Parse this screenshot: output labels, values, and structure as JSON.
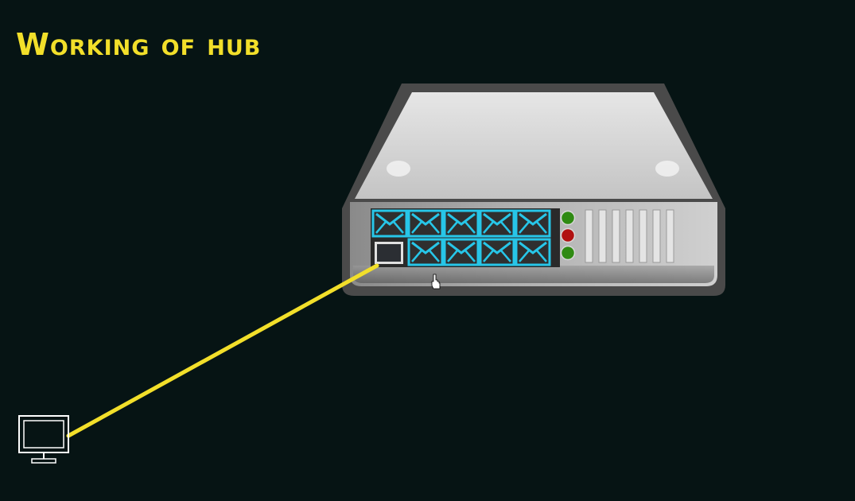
{
  "title": "Working of hub",
  "colors": {
    "background": "#061414",
    "title": "#f2df2a",
    "cable": "#f2df2a",
    "envelope": "#27c6e8",
    "led_green": "#2f8a12",
    "led_red": "#b11212",
    "computer_outline": "#ffffff"
  },
  "hub": {
    "port_rows": [
      [
        "envelope",
        "envelope",
        "envelope",
        "envelope",
        "envelope"
      ],
      [
        "port",
        "envelope",
        "envelope",
        "envelope",
        "envelope"
      ]
    ],
    "leds": [
      "green",
      "red",
      "green"
    ],
    "vent_slots": 7
  },
  "icons": [
    "envelope-icon",
    "computer-icon",
    "hand-cursor-icon"
  ]
}
